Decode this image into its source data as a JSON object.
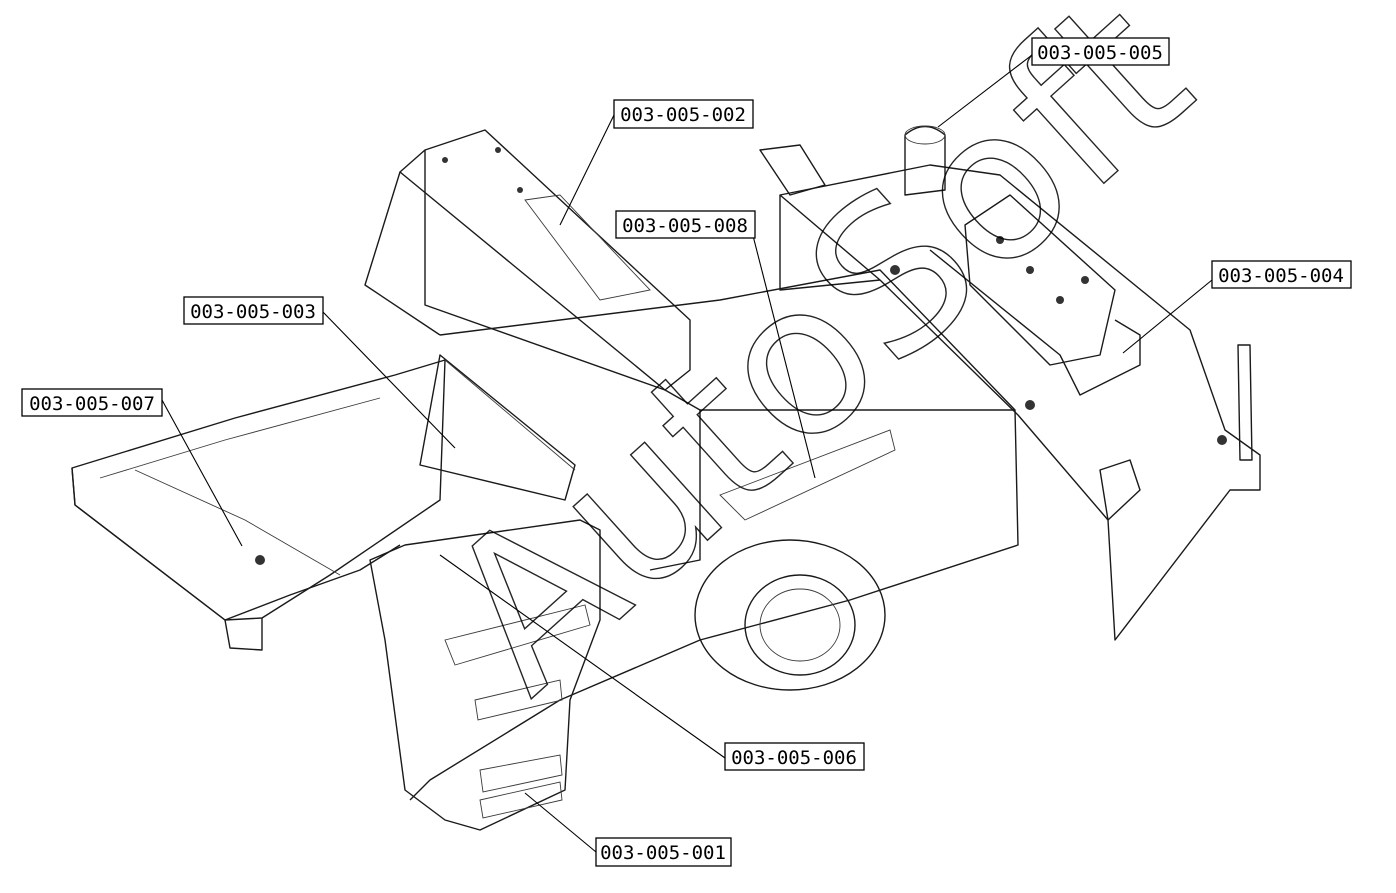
{
  "watermark": "AutoSoft",
  "parts": [
    {
      "id": "003-005-001"
    },
    {
      "id": "003-005-002"
    },
    {
      "id": "003-005-003"
    },
    {
      "id": "003-005-004"
    },
    {
      "id": "003-005-005"
    },
    {
      "id": "003-005-006"
    },
    {
      "id": "003-005-007"
    },
    {
      "id": "003-005-008"
    }
  ],
  "colors": {
    "line": "#000000",
    "background": "#ffffff"
  }
}
